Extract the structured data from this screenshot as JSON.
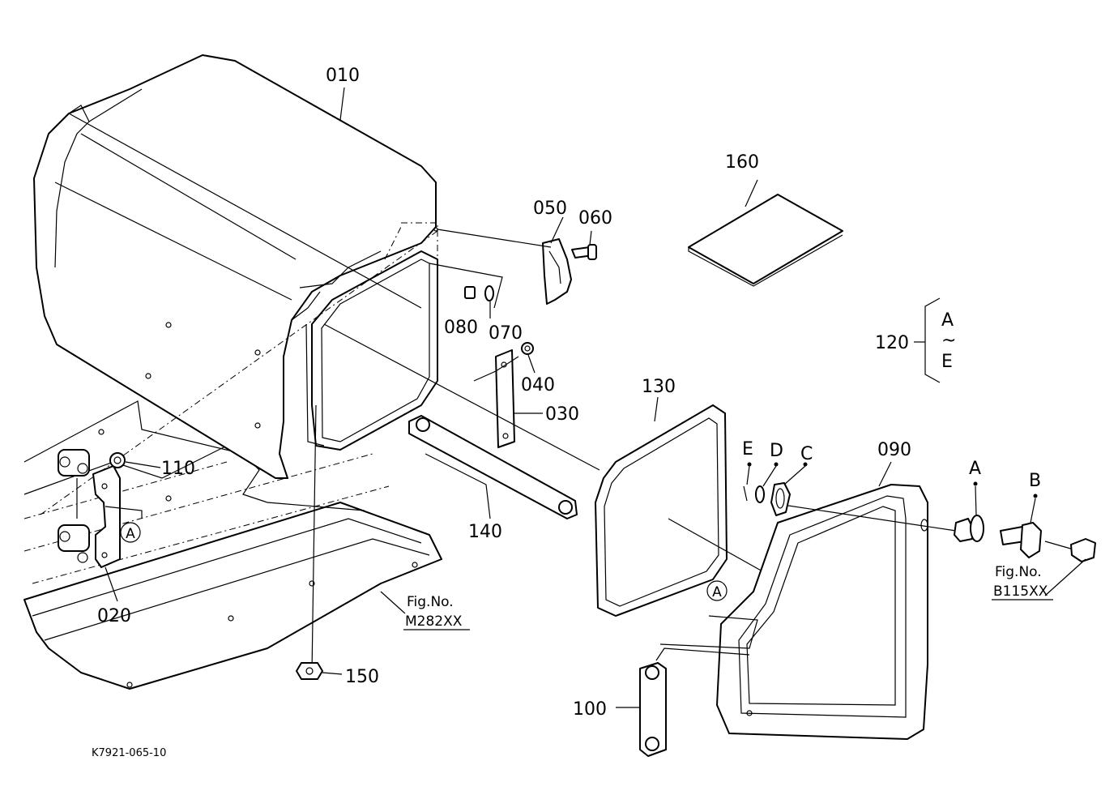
{
  "diagram_code": "K7921-065-10",
  "part_numbers": {
    "p010": "010",
    "p020": "020",
    "p030": "030",
    "p040": "040",
    "p050": "050",
    "p060": "060",
    "p070": "070",
    "p080": "080",
    "p090": "090",
    "p100": "100",
    "p110": "110",
    "p120": "120",
    "p130": "130",
    "p140": "140",
    "p150": "150",
    "p160": "160"
  },
  "letters": {
    "A": "A",
    "B": "B",
    "C": "C",
    "D": "D",
    "E": "E",
    "tilde": "~"
  },
  "figure_refs": {
    "ref1_label": "Fig.No.",
    "ref1_code": "M282XX",
    "ref2_label": "Fig.No.",
    "ref2_code": "B115XX"
  },
  "circle_markers": {
    "left": "A",
    "right": "A"
  }
}
